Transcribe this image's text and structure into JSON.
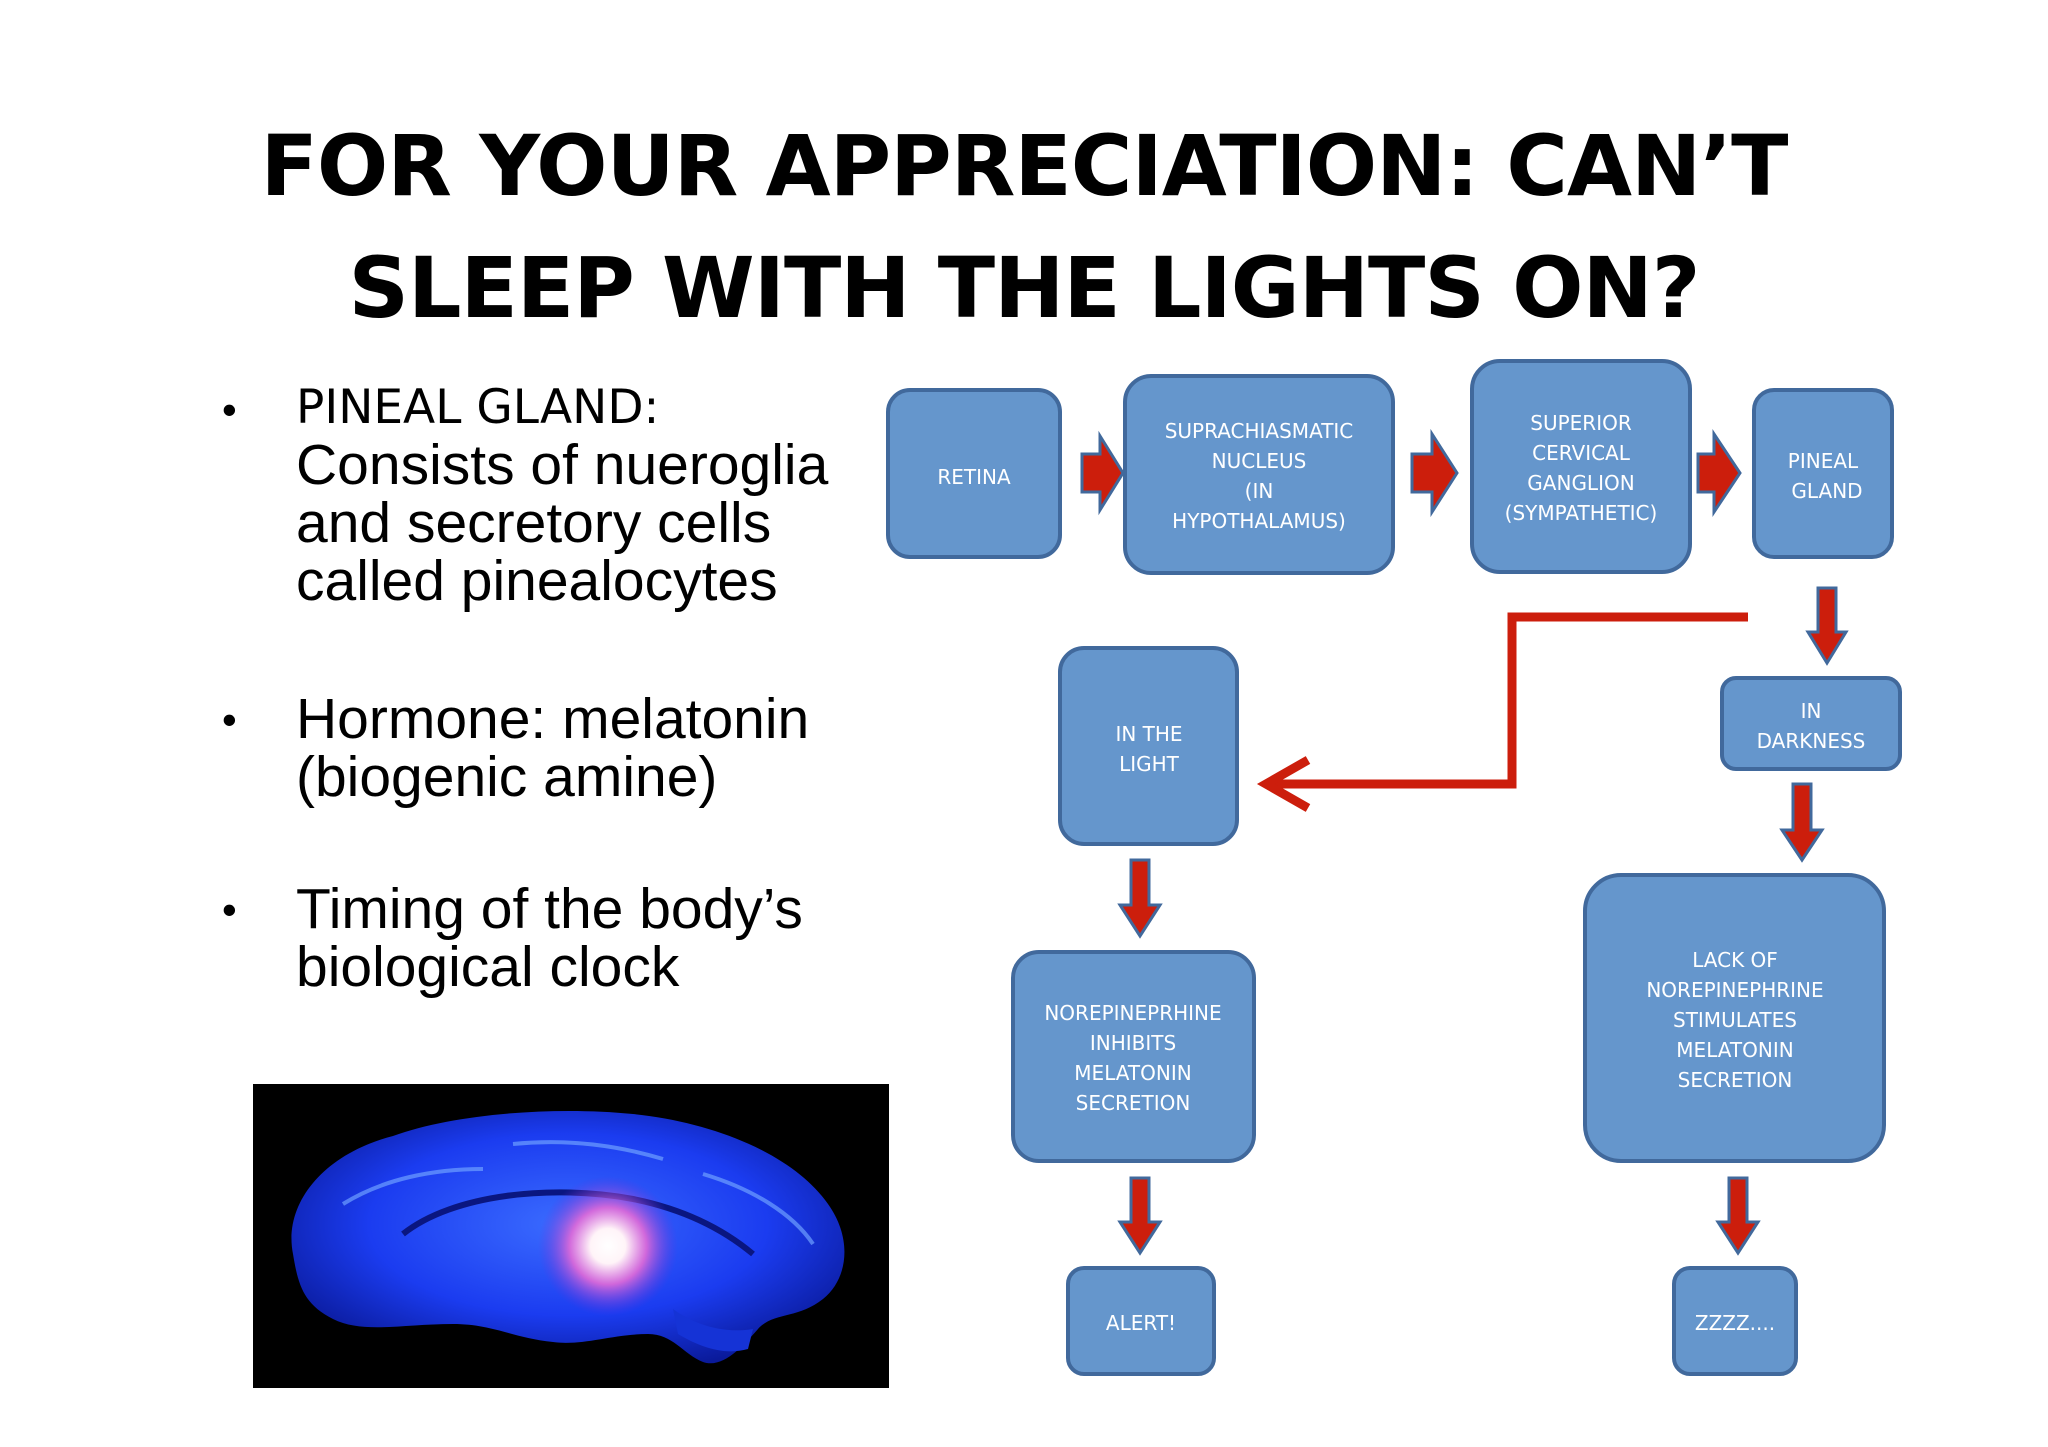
{
  "title": {
    "line1": "FOR YOUR APPRECIATION: CAN’T",
    "line2": "SLEEP WITH THE LIGHTS ON?"
  },
  "bullets": [
    {
      "marker": "•",
      "lead": "PINEAL GLAND:",
      "lines": [
        "Consists of nueroglia",
        "and secretory cells",
        "called pinealocytes"
      ]
    },
    {
      "marker": "•",
      "lines": [
        "Hormone: melatonin",
        "(biogenic amine)"
      ]
    },
    {
      "marker": "•",
      "lines": [
        "Timing of the body’s",
        "biological clock"
      ]
    }
  ],
  "flow": {
    "retina": [
      "RETINA"
    ],
    "scn": [
      "SUPRACHIASMATIC",
      "NUCLEUS",
      "(IN",
      "HYPOTHALAMUS)"
    ],
    "scg": [
      "SUPERIOR",
      "CERVICAL",
      "GANGLION",
      "(SYMPATHETIC)"
    ],
    "pineal": [
      "PINEAL",
      "GLAND"
    ],
    "light": [
      "IN THE",
      "LIGHT"
    ],
    "darkness": [
      "IN",
      "DARKNESS"
    ],
    "inhibits": [
      "NOREPINEPRHINE",
      "INHIBITS",
      "MELATONIN",
      "SECRETION"
    ],
    "stimulates": [
      "LACK OF",
      "NOREPINEPHRINE",
      "STIMULATES",
      "MELATONIN",
      "SECRETION"
    ],
    "alert": [
      "ALERT!"
    ],
    "sleep": [
      "ZZZZ...."
    ]
  },
  "colors": {
    "box_fill": "#6596cc",
    "box_stroke": "#41699c",
    "arrow_red": "#cc1e0c",
    "text_white": "#ffffff"
  }
}
